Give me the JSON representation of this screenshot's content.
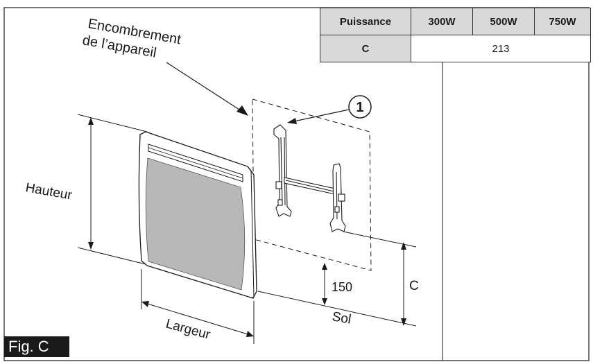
{
  "labels": {
    "encombrement_line1": "Encombrement",
    "encombrement_line2": "de l’appareil",
    "hauteur": "Hauteur",
    "largeur": "Largeur",
    "sol": "Sol",
    "c_dim": "C",
    "dim_150": "150",
    "callout_1": "1",
    "fig_label": "Fig. C"
  },
  "table": {
    "header": [
      "Puissance",
      "300W",
      "500W",
      "750W"
    ],
    "row_label": "C",
    "row_value": "213"
  },
  "colors": {
    "panel_grey": "#b8b8b8",
    "table_header": "#d9d9d9",
    "line": "#1a1a1a"
  }
}
